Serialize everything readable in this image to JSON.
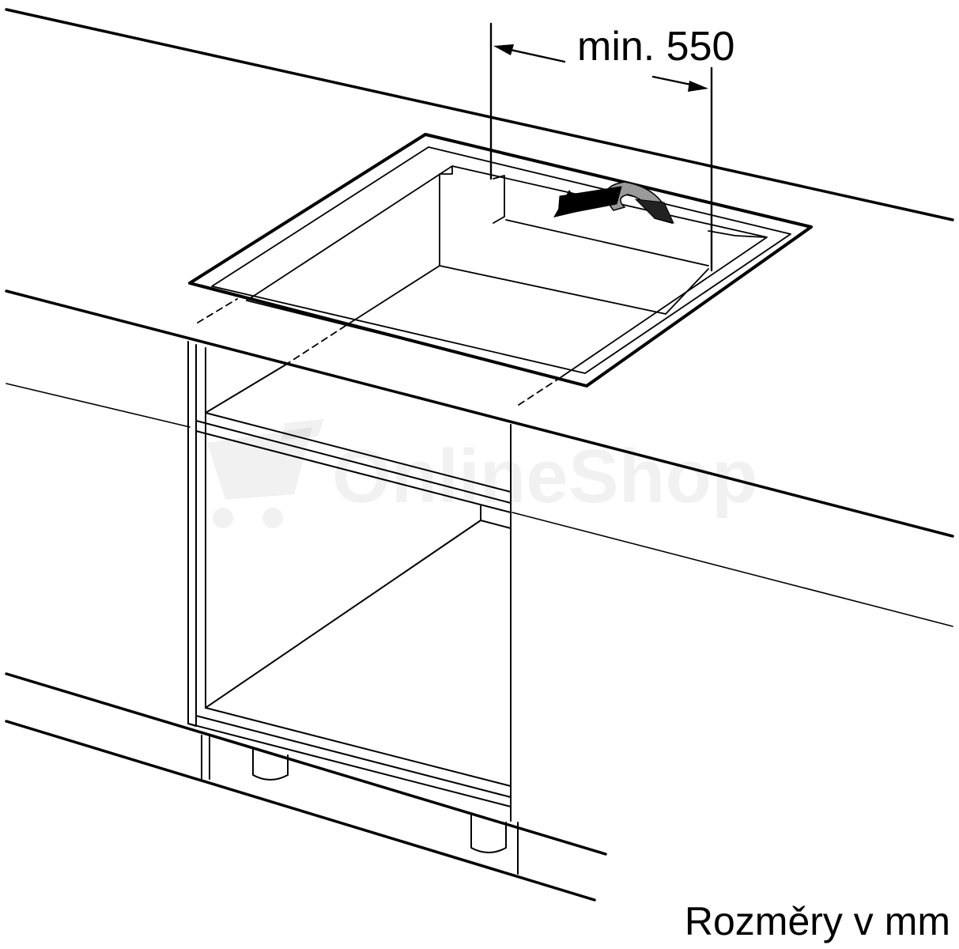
{
  "dimension": {
    "label": "min. 550"
  },
  "units_note": "Rozměry v mm",
  "watermark": {
    "text": "OnlineShop"
  },
  "colors": {
    "line": "#000000",
    "background": "#ffffff"
  }
}
